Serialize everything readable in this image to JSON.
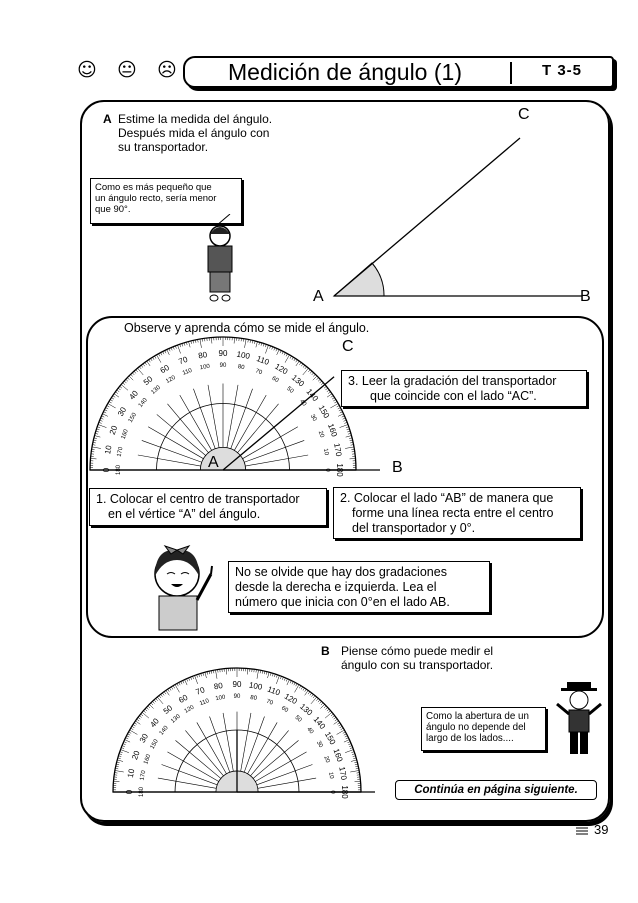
{
  "header": {
    "faces": [
      "☺",
      "😐",
      "☹"
    ],
    "title": "Medición de ángulo (1)",
    "code": "T 3-5"
  },
  "section_a": {
    "letter": "A",
    "instruction": [
      "Estime la medida del ángulo.",
      "Después mida el  ángulo con",
      "su transportador."
    ],
    "bubble": [
      "Como es más pequeño que",
      "un ángulo recto, sería menor",
      "que 90°."
    ],
    "angle_labels": {
      "vertex": "A",
      "end_b": "B",
      "end_c": "C"
    }
  },
  "observe": {
    "heading": "Observe y aprenda cómo se mide el ángulo.",
    "label_c": "C",
    "label_a": "A",
    "label_b": "B",
    "step3": [
      "3. Leer la gradación del transportador",
      "que coincide con el lado “AC”."
    ],
    "step1": [
      "1. Colocar el centro de transportador",
      "en el vértice “A” del ángulo."
    ],
    "step2": [
      "2. Colocar el lado “AB” de manera que",
      "forme una línea recta entre el centro",
      "del transportador y 0°."
    ],
    "note": [
      "No se olvide que hay dos gradaciones",
      "desde la derecha e izquierda. Lea el",
      "número que inicia con 0°en el lado AB."
    ]
  },
  "section_b": {
    "letter": "B",
    "instruction": [
      "Piense cómo puede medir el",
      "ángulo con su transportador."
    ],
    "bubble": [
      "Como la abertura de un",
      "ángulo no depende del",
      "largo de los lados...."
    ],
    "continue": "Continúa en página siguiente."
  },
  "footer": {
    "page_number": "39"
  },
  "protractor": {
    "outer_labels": [
      "0",
      "10",
      "20",
      "30",
      "40",
      "50",
      "60",
      "70",
      "80",
      "90",
      "100",
      "110",
      "120",
      "130",
      "140",
      "150",
      "160",
      "170",
      "180"
    ],
    "inner_labels": [
      "180",
      "170",
      "160",
      "150",
      "140",
      "130",
      "120",
      "110",
      "100",
      "90",
      "80",
      "70",
      "60",
      "50",
      "40",
      "30",
      "20",
      "10",
      "0"
    ]
  }
}
